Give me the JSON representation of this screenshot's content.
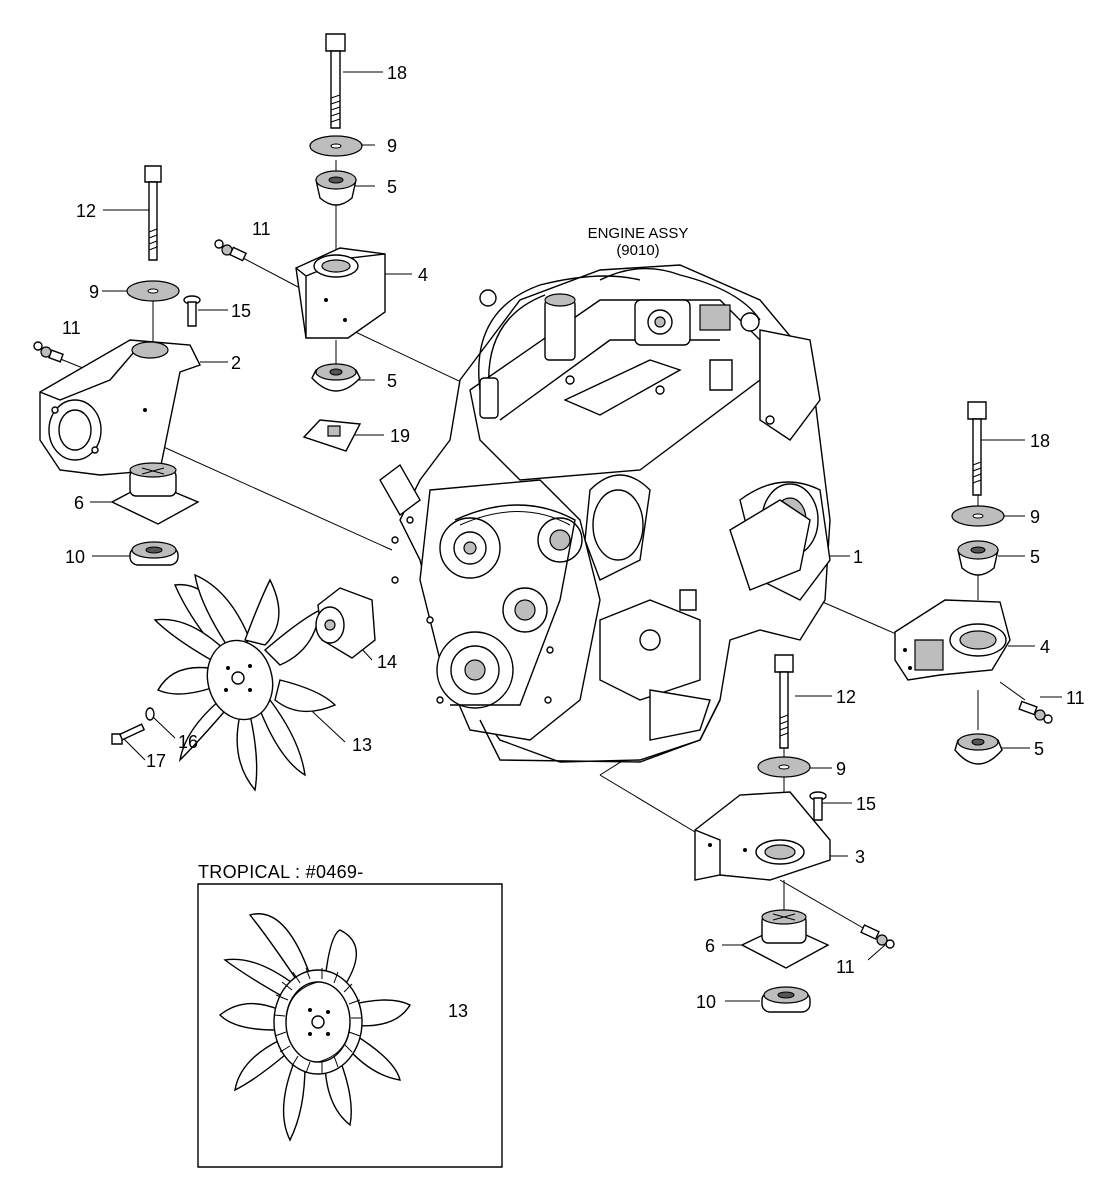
{
  "header": {
    "engine_line1": "ENGINE ASSY",
    "engine_line2": "(9010)"
  },
  "inset": {
    "title": "TROPICAL : #0469-"
  },
  "callouts": [
    {
      "id": "c18a",
      "text": "18"
    },
    {
      "id": "c9a",
      "text": "9"
    },
    {
      "id": "c5a",
      "text": "5"
    },
    {
      "id": "c11a",
      "text": "11"
    },
    {
      "id": "c4a",
      "text": "4"
    },
    {
      "id": "c12a",
      "text": "12"
    },
    {
      "id": "c9b",
      "text": "9"
    },
    {
      "id": "c15a",
      "text": "15"
    },
    {
      "id": "c11b",
      "text": "11"
    },
    {
      "id": "c2",
      "text": "2"
    },
    {
      "id": "c5b",
      "text": "5"
    },
    {
      "id": "c19",
      "text": "19"
    },
    {
      "id": "c6a",
      "text": "6"
    },
    {
      "id": "c10a",
      "text": "10"
    },
    {
      "id": "c14",
      "text": "14"
    },
    {
      "id": "c16",
      "text": "16"
    },
    {
      "id": "c17",
      "text": "17"
    },
    {
      "id": "c13a",
      "text": "13"
    },
    {
      "id": "c1",
      "text": "1"
    },
    {
      "id": "c18b",
      "text": "18"
    },
    {
      "id": "c9c",
      "text": "9"
    },
    {
      "id": "c5c",
      "text": "5"
    },
    {
      "id": "c4b",
      "text": "4"
    },
    {
      "id": "c11c",
      "text": "11"
    },
    {
      "id": "c5d",
      "text": "5"
    },
    {
      "id": "c12b",
      "text": "12"
    },
    {
      "id": "c9d",
      "text": "9"
    },
    {
      "id": "c15b",
      "text": "15"
    },
    {
      "id": "c3",
      "text": "3"
    },
    {
      "id": "c6b",
      "text": "6"
    },
    {
      "id": "c11d",
      "text": "11"
    },
    {
      "id": "c10b",
      "text": "10"
    },
    {
      "id": "c13b",
      "text": "13"
    }
  ]
}
